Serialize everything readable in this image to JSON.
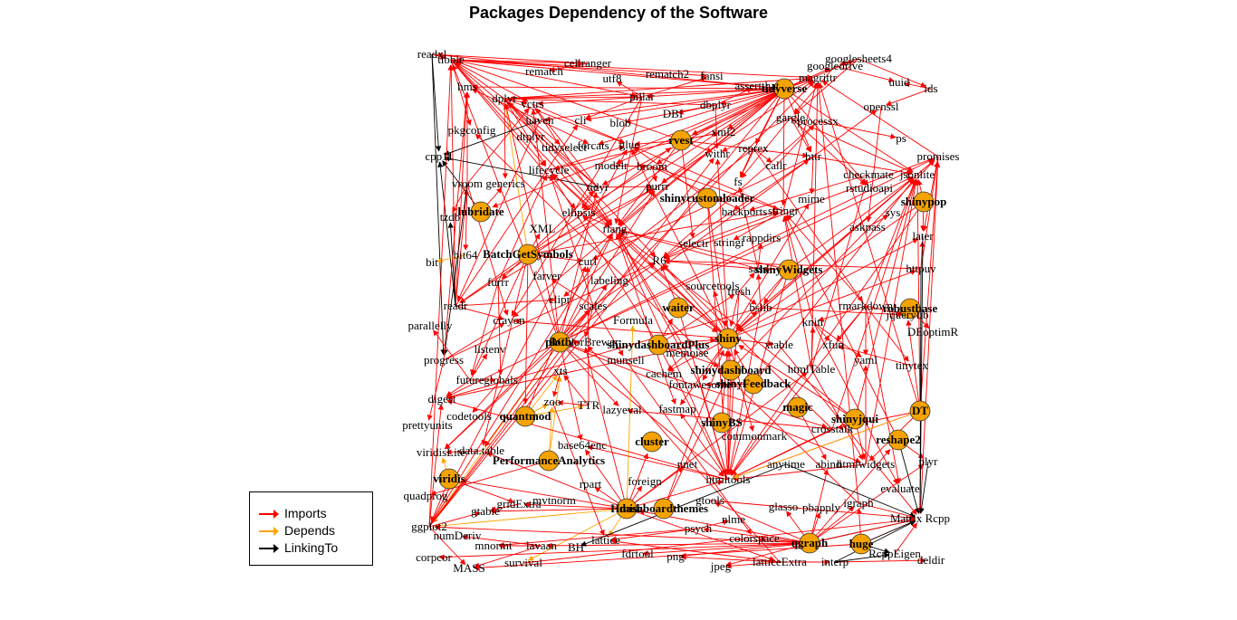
{
  "title": "Packages Dependency of the Software",
  "colors": {
    "imports": "#ff0000",
    "depends": "#ffa500",
    "linkingto": "#000000",
    "highlight_node": "#f5a300"
  },
  "legend": [
    {
      "label": "Imports",
      "color": "#ff0000"
    },
    {
      "label": "Depends",
      "color": "#ffa500"
    },
    {
      "label": "LinkingTo",
      "color": "#000000"
    }
  ],
  "nodes": [
    {
      "id": "readxl",
      "label": "readxl"
    },
    {
      "id": "tibble",
      "label": "tibble"
    },
    {
      "id": "rematch",
      "label": "rematch"
    },
    {
      "id": "cellranger",
      "label": "cellranger"
    },
    {
      "id": "rematch2",
      "label": "rematch2"
    },
    {
      "id": "fansi",
      "label": "fansi"
    },
    {
      "id": "googlesheets4",
      "label": "googlesheets4"
    },
    {
      "id": "googledrive",
      "label": "googledrive"
    },
    {
      "id": "uuid",
      "label": "uuid"
    },
    {
      "id": "ids",
      "label": "ids"
    },
    {
      "id": "hms",
      "label": "hms"
    },
    {
      "id": "utf8",
      "label": "utf8"
    },
    {
      "id": "pillar",
      "label": "pillar"
    },
    {
      "id": "assertthat",
      "label": "assertthat"
    },
    {
      "id": "magrittr",
      "label": "magrittr"
    },
    {
      "id": "tidyverse",
      "label": "tidyverse",
      "highlight": true
    },
    {
      "id": "dplyr",
      "label": "dplyr"
    },
    {
      "id": "DBI",
      "label": "DBI"
    },
    {
      "id": "dbplyr",
      "label": "dbplyr"
    },
    {
      "id": "openssl",
      "label": "openssl"
    },
    {
      "id": "vctrs",
      "label": "vctrs"
    },
    {
      "id": "haven",
      "label": "haven"
    },
    {
      "id": "cli",
      "label": "cli"
    },
    {
      "id": "blob",
      "label": "blob"
    },
    {
      "id": "gargle",
      "label": "gargle"
    },
    {
      "id": "processx",
      "label": "processx"
    },
    {
      "id": "pkgconfig",
      "label": "pkgconfig"
    },
    {
      "id": "dtplyr",
      "label": "dtplyr"
    },
    {
      "id": "tidyselect",
      "label": "tidyselect"
    },
    {
      "id": "forcats",
      "label": "forcats"
    },
    {
      "id": "glue",
      "label": "glue"
    },
    {
      "id": "rvest",
      "label": "rvest",
      "highlight": true
    },
    {
      "id": "xml2",
      "label": "xml2"
    },
    {
      "id": "reprex",
      "label": "reprex"
    },
    {
      "id": "ps",
      "label": "ps"
    },
    {
      "id": "promises",
      "label": "promises"
    },
    {
      "id": "cpp11",
      "label": "cpp11"
    },
    {
      "id": "withr",
      "label": "withr"
    },
    {
      "id": "callr",
      "label": "callr"
    },
    {
      "id": "httr",
      "label": "httr"
    },
    {
      "id": "lifecycle",
      "label": "lifecycle"
    },
    {
      "id": "modelr",
      "label": "modelr"
    },
    {
      "id": "broom",
      "label": "broom"
    },
    {
      "id": "checkmate",
      "label": "checkmate"
    },
    {
      "id": "jsonlite",
      "label": "jsonlite"
    },
    {
      "id": "vroom",
      "label": "vroom"
    },
    {
      "id": "generics",
      "label": "generics"
    },
    {
      "id": "purrr",
      "label": "purrr"
    },
    {
      "id": "fs",
      "label": "fs"
    },
    {
      "id": "rstudioapi",
      "label": "rstudioapi"
    },
    {
      "id": "tidyr",
      "label": "tidyr"
    },
    {
      "id": "shinycustomloader",
      "label": "shinycustomloader",
      "highlight": true
    },
    {
      "id": "mime",
      "label": "mime"
    },
    {
      "id": "shinypop",
      "label": "shinypop",
      "highlight": true
    },
    {
      "id": "lubridate",
      "label": "lubridate",
      "highlight": true
    },
    {
      "id": "tzdb",
      "label": "tzdb"
    },
    {
      "id": "ellipsis",
      "label": "ellipsis"
    },
    {
      "id": "backports",
      "label": "backports"
    },
    {
      "id": "stringr",
      "label": "stringr"
    },
    {
      "id": "sys",
      "label": "sys"
    },
    {
      "id": "rlang",
      "label": "rlang"
    },
    {
      "id": "askpass",
      "label": "askpass"
    },
    {
      "id": "XML",
      "label": "XML"
    },
    {
      "id": "BatchGetSymbols",
      "label": "BatchGetSymbols",
      "highlight": true
    },
    {
      "id": "later",
      "label": "later"
    },
    {
      "id": "bit",
      "label": "bit"
    },
    {
      "id": "bit64",
      "label": "bit64"
    },
    {
      "id": "curl",
      "label": "curl"
    },
    {
      "id": "selectr",
      "label": "selectr"
    },
    {
      "id": "stringi",
      "label": "stringi"
    },
    {
      "id": "rappdirs",
      "label": "rappdirs"
    },
    {
      "id": "R6",
      "label": "R6"
    },
    {
      "id": "sass",
      "label": "sass"
    },
    {
      "id": "shinyWidgets",
      "label": "shinyWidgets",
      "highlight": true
    },
    {
      "id": "httpuv",
      "label": "httpuv"
    },
    {
      "id": "farver",
      "label": "farver"
    },
    {
      "id": "furrr",
      "label": "furrr"
    },
    {
      "id": "labeling",
      "label": "labeling"
    },
    {
      "id": "sourcetools",
      "label": "sourcetools"
    },
    {
      "id": "fresh",
      "label": "fresh"
    },
    {
      "id": "readr",
      "label": "readr"
    },
    {
      "id": "clipr",
      "label": "clipr"
    },
    {
      "id": "scales",
      "label": "scales"
    },
    {
      "id": "waiter",
      "label": "waiter",
      "highlight": true
    },
    {
      "id": "jquerylib",
      "label": "jquerylib"
    },
    {
      "id": "bslib",
      "label": "bslib"
    },
    {
      "id": "knitr",
      "label": "knitr"
    },
    {
      "id": "rmarkdown",
      "label": "rmarkdown"
    },
    {
      "id": "robustbase",
      "label": "robustbase",
      "highlight": true
    },
    {
      "id": "parallelly",
      "label": "parallelly"
    },
    {
      "id": "crayon",
      "label": "crayon"
    },
    {
      "id": "Formula",
      "label": "Formula"
    },
    {
      "id": "RColorBrewer",
      "label": "RColorBrewer"
    },
    {
      "id": "plotly",
      "label": "plotly",
      "highlight": true
    },
    {
      "id": "shinydashboardPlus",
      "label": "shinydashboardPlus",
      "highlight": true
    },
    {
      "id": "memoise",
      "label": "memoise"
    },
    {
      "id": "shiny",
      "label": "shiny",
      "highlight": true
    },
    {
      "id": "xtable",
      "label": "xtable"
    },
    {
      "id": "xfun",
      "label": "xfun"
    },
    {
      "id": "DEoptimR",
      "label": "DEoptimR"
    },
    {
      "id": "listenv",
      "label": "listenv"
    },
    {
      "id": "progress",
      "label": "progress"
    },
    {
      "id": "munsell",
      "label": "munsell"
    },
    {
      "id": "yaml",
      "label": "yaml"
    },
    {
      "id": "tinytex",
      "label": "tinytex"
    },
    {
      "id": "future",
      "label": "future"
    },
    {
      "id": "globals",
      "label": "globals"
    },
    {
      "id": "xts",
      "label": "xts"
    },
    {
      "id": "cachem",
      "label": "cachem"
    },
    {
      "id": "shinydashboard",
      "label": "shinydashboard",
      "highlight": true
    },
    {
      "id": "htmlTable",
      "label": "htmlTable"
    },
    {
      "id": "fontawesome",
      "label": "fontawesome"
    },
    {
      "id": "shinyFeedback",
      "label": "shinyFeedback",
      "highlight": true
    },
    {
      "id": "digest",
      "label": "digest"
    },
    {
      "id": "zoo",
      "label": "zoo"
    },
    {
      "id": "TTR",
      "label": "TTR"
    },
    {
      "id": "lazyeval",
      "label": "lazyeval"
    },
    {
      "id": "fastmap",
      "label": "fastmap"
    },
    {
      "id": "magic",
      "label": "magic",
      "highlight": true
    },
    {
      "id": "shinyjqui",
      "label": "shinyjqui",
      "highlight": true
    },
    {
      "id": "DT",
      "label": "DT",
      "highlight": true
    },
    {
      "id": "codetools",
      "label": "codetools"
    },
    {
      "id": "quantmod",
      "label": "quantmod",
      "highlight": true
    },
    {
      "id": "prettyunits",
      "label": "prettyunits"
    },
    {
      "id": "shinyBS",
      "label": "shinyBS",
      "highlight": true
    },
    {
      "id": "crosstalk",
      "label": "crosstalk"
    },
    {
      "id": "cluster",
      "label": "cluster",
      "highlight": true
    },
    {
      "id": "commonmark",
      "label": "commonmark"
    },
    {
      "id": "reshape2",
      "label": "reshape2",
      "highlight": true
    },
    {
      "id": "viridisLite",
      "label": "viridisLite"
    },
    {
      "id": "datatable",
      "label": "data.table"
    },
    {
      "id": "base64enc",
      "label": "base64enc"
    },
    {
      "id": "PerformanceAnalytics",
      "label": "PerformanceAnalytics",
      "highlight": true
    },
    {
      "id": "quadprog",
      "label": "quadprog"
    },
    {
      "id": "viridis",
      "label": "viridis",
      "highlight": true
    },
    {
      "id": "nnet",
      "label": "nnet"
    },
    {
      "id": "htmltools",
      "label": "htmltools"
    },
    {
      "id": "anytime",
      "label": "anytime"
    },
    {
      "id": "abind",
      "label": "abind"
    },
    {
      "id": "htmlwidgets",
      "label": "htmlwidgets"
    },
    {
      "id": "plyr",
      "label": "plyr"
    },
    {
      "id": "evaluate",
      "label": "evaluate"
    },
    {
      "id": "foreign",
      "label": "foreign"
    },
    {
      "id": "rpart",
      "label": "rpart"
    },
    {
      "id": "mvtnorm",
      "label": "mvtnorm"
    },
    {
      "id": "gridExtra",
      "label": "gridExtra"
    },
    {
      "id": "gtable",
      "label": "gtable"
    },
    {
      "id": "Hmisc",
      "label": "Hmisc",
      "highlight": true
    },
    {
      "id": "dashboardthemes",
      "label": "dashboardthemes",
      "highlight": true
    },
    {
      "id": "gtools",
      "label": "gtools"
    },
    {
      "id": "glasso",
      "label": "glasso"
    },
    {
      "id": "pbapply",
      "label": "pbapply"
    },
    {
      "id": "igraph",
      "label": "igraph"
    },
    {
      "id": "ggplot2",
      "label": "ggplot2"
    },
    {
      "id": "numDeriv",
      "label": "numDeriv"
    },
    {
      "id": "psych",
      "label": "psych"
    },
    {
      "id": "nlme",
      "label": "nlme"
    },
    {
      "id": "MatrixRcpp",
      "label": "Matrix Rcpp"
    },
    {
      "id": "mnormt",
      "label": "mnormt"
    },
    {
      "id": "lavaan",
      "label": "lavaan"
    },
    {
      "id": "BH",
      "label": "BH"
    },
    {
      "id": "lattice",
      "label": "lattice"
    },
    {
      "id": "colorspace",
      "label": "colorspace"
    },
    {
      "id": "qgraph",
      "label": "qgraph",
      "highlight": true
    },
    {
      "id": "huge",
      "label": "huge",
      "highlight": true
    },
    {
      "id": "RcppEigen",
      "label": "RcppEigen"
    },
    {
      "id": "corpcor",
      "label": "corpcor"
    },
    {
      "id": "fdrtool",
      "label": "fdrtool"
    },
    {
      "id": "png",
      "label": "png"
    },
    {
      "id": "deldir",
      "label": "deldir"
    },
    {
      "id": "MASS",
      "label": "MASS"
    },
    {
      "id": "survival",
      "label": "survival"
    },
    {
      "id": "jpeg",
      "label": "jpeg"
    },
    {
      "id": "latticeExtra",
      "label": "latticeExtra"
    },
    {
      "id": "interp",
      "label": "interp"
    }
  ]
}
